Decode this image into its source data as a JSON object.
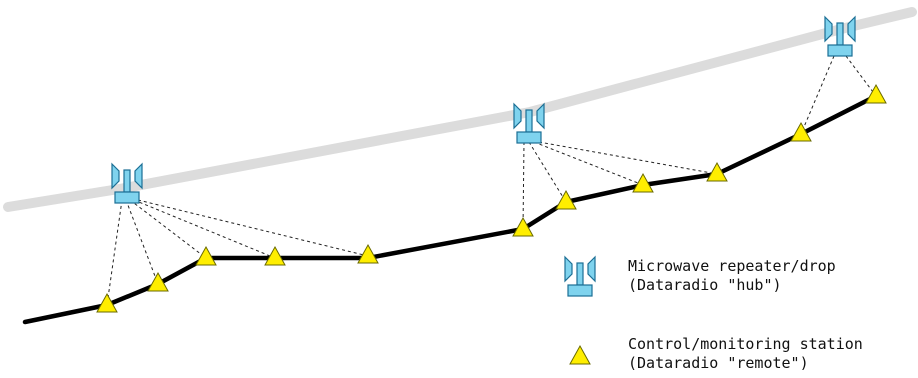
{
  "colors": {
    "background": "#ffffff",
    "microwave_path": "#dcdcdc",
    "pipeline": "#000000",
    "repeater_fill": "#7fd3ee",
    "repeater_stroke": "#1b6f95",
    "station_fill": "#ffee00",
    "station_stroke": "#6a6a00",
    "link_line": "#222222"
  },
  "icons": {
    "repeater": "microwave-repeater-icon",
    "station": "triangle-station-icon"
  },
  "legend": {
    "repeater_line1": "Microwave repeater/drop",
    "repeater_line2": "(Dataradio \"hub\")",
    "station_line1": "Control/monitoring station",
    "station_line2": "(Dataradio \"remote\")"
  },
  "diagram": {
    "hubs": [
      {
        "id": "hub-1",
        "links": 5
      },
      {
        "id": "hub-2",
        "links": 4
      },
      {
        "id": "hub-3",
        "links": 2
      }
    ],
    "remote_count": 11
  }
}
